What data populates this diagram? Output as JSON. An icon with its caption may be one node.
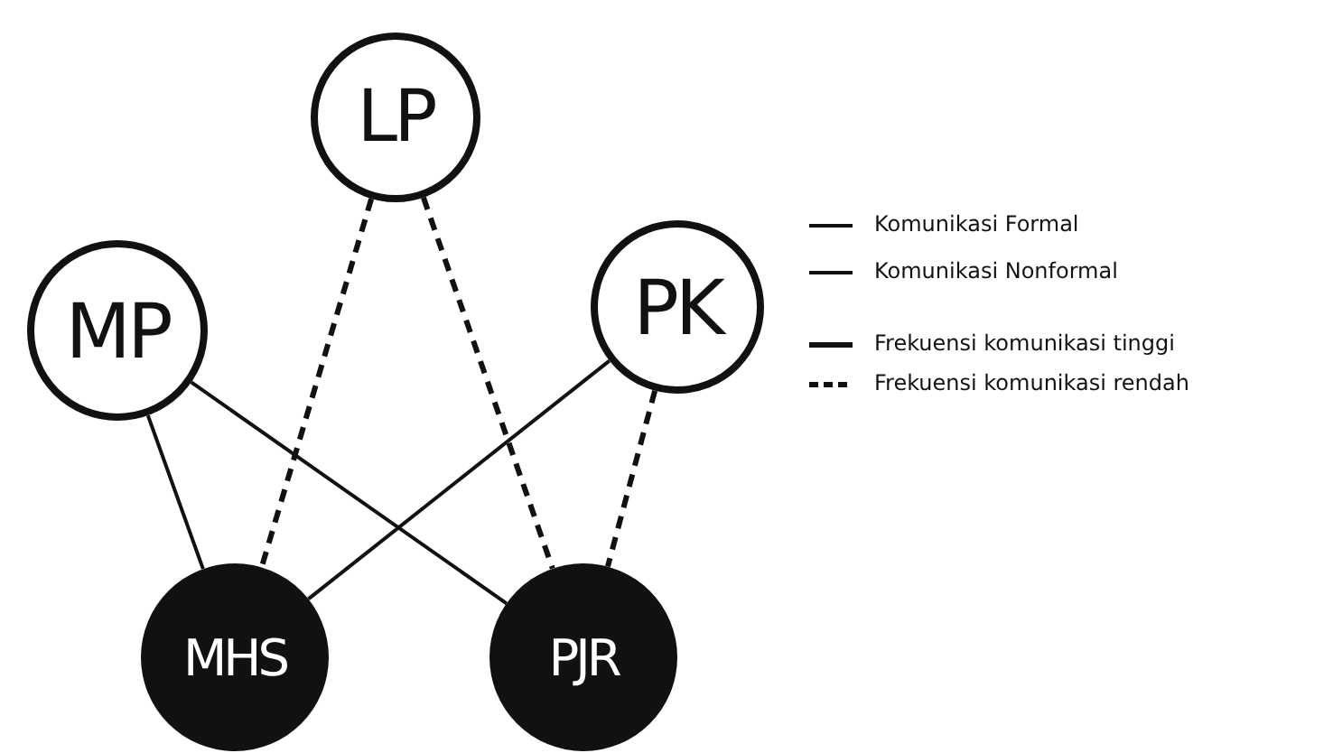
{
  "diagram": {
    "nodes": [
      {
        "text": [
          "LP"
        ]
      },
      {
        "text": [
          "MP"
        ]
      },
      {
        "text": [
          "PK"
        ]
      },
      {
        "text": [
          "MHS"
        ]
      },
      {
        "text": [
          "PJR"
        ]
      }
    ],
    "edges": [
      {
        "from": 0,
        "to": 3,
        "arrow": "none",
        "style": "dashed"
      },
      {
        "from": 0,
        "to": 4,
        "arrow": "none",
        "style": "dashed"
      },
      {
        "from": 1,
        "to": 3,
        "arrow": "none"
      },
      {
        "from": 1,
        "to": 4,
        "arrow": "none"
      },
      {
        "from": 2,
        "to": 3,
        "arrow": "none"
      },
      {
        "from": 2,
        "to": 4,
        "arrow": "none",
        "style": "dashed"
      }
    ],
    "legend": [
      {
        "text": "Komunikasi Formal"
      },
      {
        "text": "Komunikasi Nonformal"
      },
      {
        "text": "Frekuensi komunikasi tinggi"
      },
      {
        "text": "Frekuensi komunikasi rendah"
      }
    ]
  }
}
